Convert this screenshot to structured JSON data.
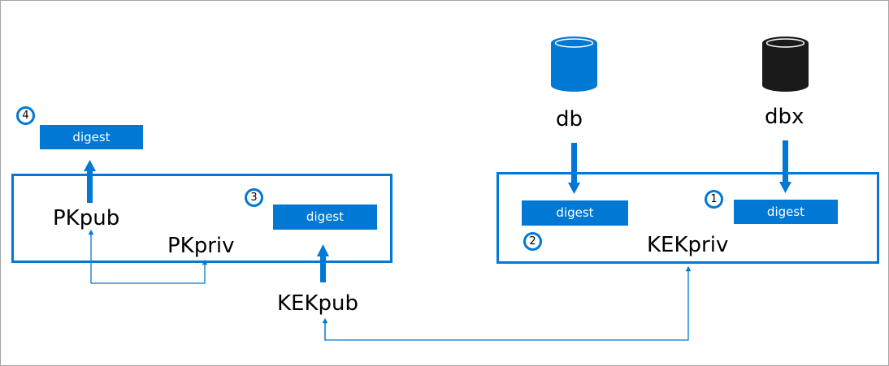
{
  "colors": {
    "accent": "#0078d4",
    "dbx_store": "#1a1a1a",
    "text": "#000000",
    "border": "#a6a6a6"
  },
  "icons": {
    "db": "cylinder-icon",
    "dbx": "cylinder-icon"
  },
  "steps": {
    "one": "1",
    "two": "2",
    "three": "3",
    "four": "4"
  },
  "digests": {
    "top_left": "digest",
    "pk_box": "digest",
    "kek_db": "digest",
    "kek_dbx": "digest"
  },
  "labels": {
    "pkpub": "PKpub",
    "pkpriv": "PKpriv",
    "kekpub": "KEKpub",
    "kekpriv": "KEKpriv",
    "db": "db",
    "dbx": "dbx"
  }
}
